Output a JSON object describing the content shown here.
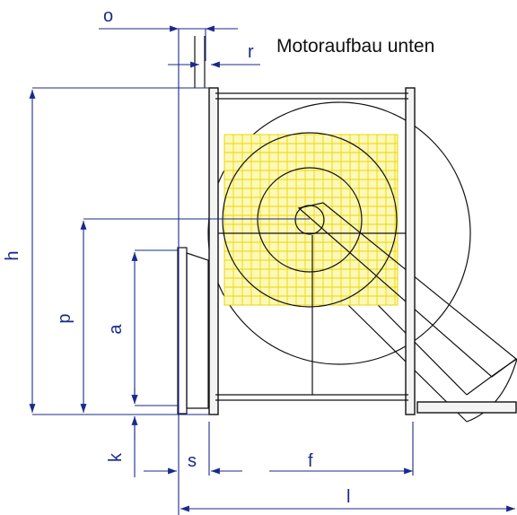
{
  "title": "Motoraufbau unten",
  "dimensions": {
    "o": "o",
    "r": "r",
    "h": "h",
    "p": "p",
    "a": "a",
    "k": "k",
    "s": "s",
    "f": "f",
    "l": "l"
  },
  "colors": {
    "dimension_line": "#1a2a8a",
    "grid": "#e8d800",
    "grid_fill": "#fdf8b8",
    "outline": "#111111"
  }
}
